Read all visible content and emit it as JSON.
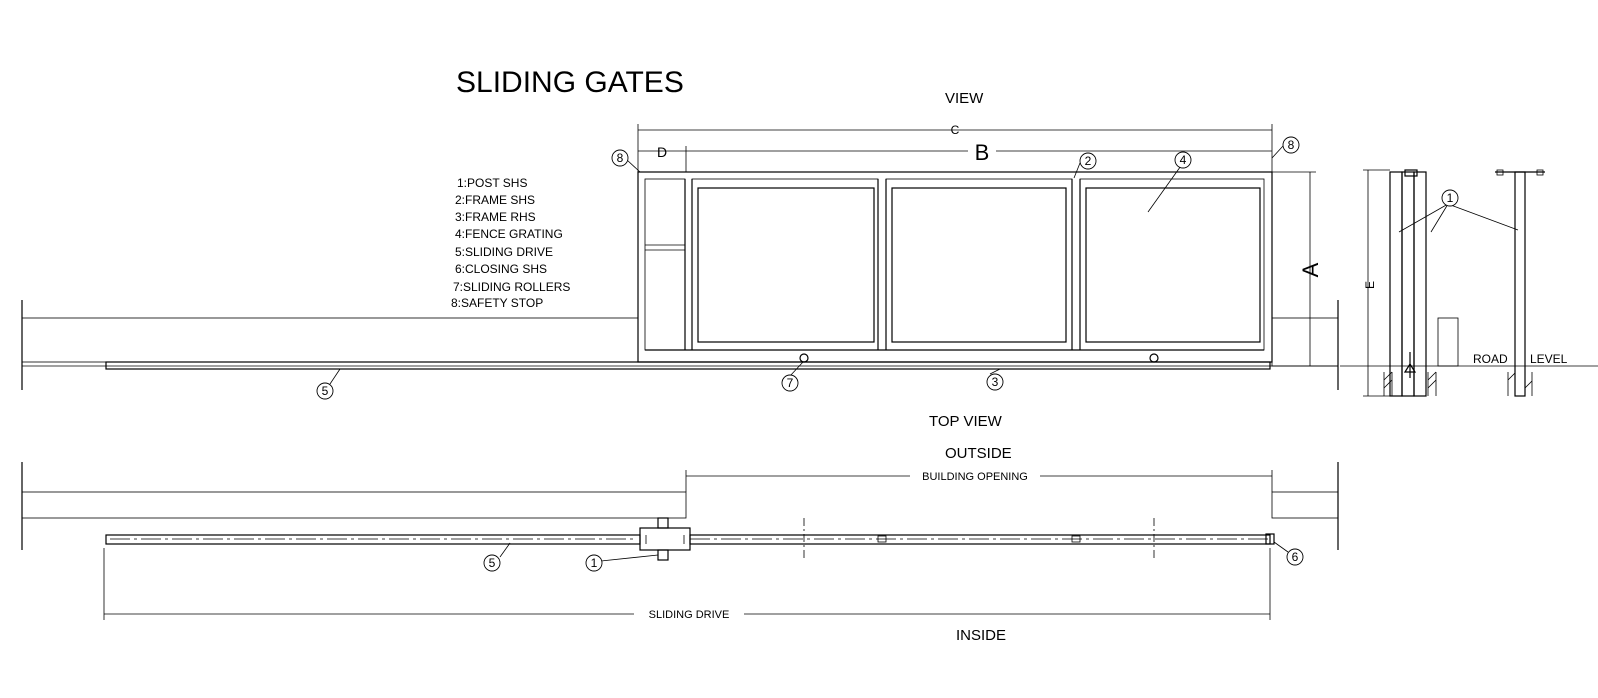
{
  "title": "SLIDING GATES",
  "views": {
    "view": "VIEW",
    "top_view": "TOP VIEW",
    "outside": "OUTSIDE",
    "inside": "INSIDE"
  },
  "legend": [
    "1:POST SHS",
    "2:FRAME SHS",
    "3:FRAME RHS",
    "4:FENCE GRATING",
    "5:SLIDING DRIVE",
    "6:CLOSING SHS",
    "7:SLIDING ROLLERS",
    "8:SAFETY STOP"
  ],
  "dimensions": {
    "A": "A",
    "B": "B",
    "C": "C",
    "D": "D",
    "E": "E",
    "building_opening": "BUILDING OPENING",
    "sliding_drive": "SLIDING DRIVE"
  },
  "labels": {
    "road_level_1": "ROAD",
    "road_level_2": "LEVEL"
  },
  "callouts": {
    "n1": "1",
    "n2": "2",
    "n3": "3",
    "n4": "4",
    "n5": "5",
    "n6": "6",
    "n7": "7",
    "n8": "8"
  }
}
